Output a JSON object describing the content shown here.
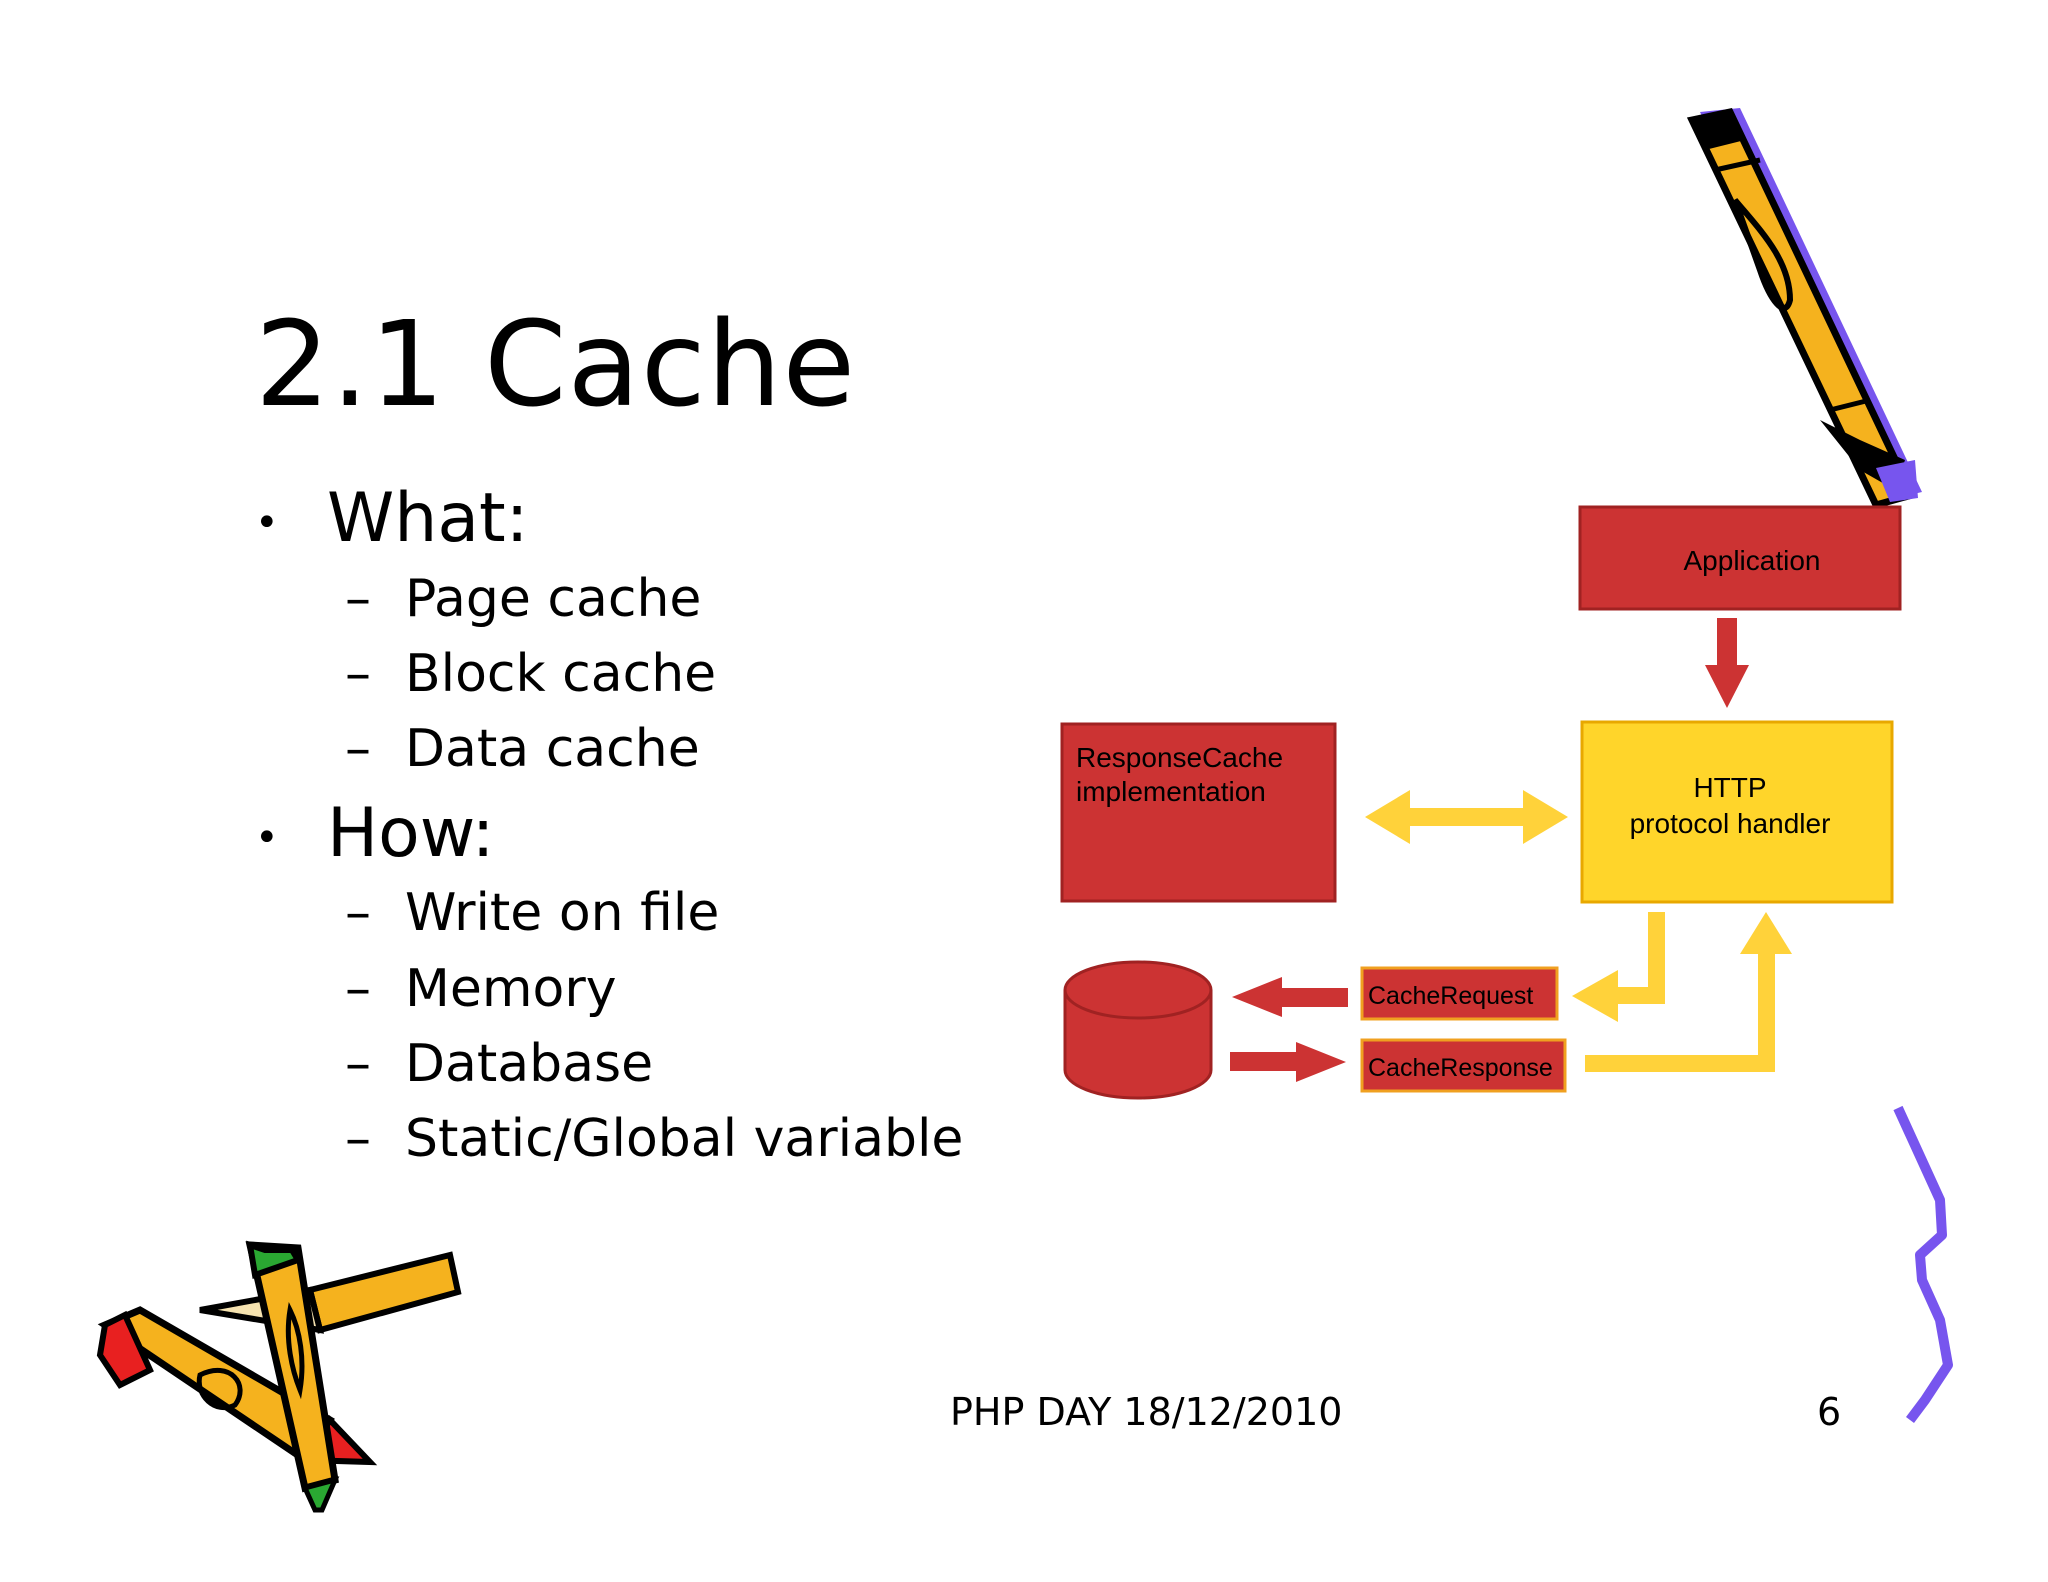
{
  "slide": {
    "title": "2.1 Cache",
    "bullets": [
      {
        "label": "What:",
        "items": [
          "Page cache",
          "Block cache",
          "Data cache"
        ]
      },
      {
        "label": "How:",
        "items": [
          "Write on file",
          "Memory",
          "Database",
          "Static/Global variable"
        ]
      }
    ],
    "footer": "PHP DAY 18/12/2010",
    "page_number": "6"
  },
  "diagram": {
    "application": "Application",
    "http_line1": "HTTP",
    "http_line2": "protocol handler",
    "response_cache_line1": "ResponseCache",
    "response_cache_line2": "implementation",
    "cache_request": "CacheRequest",
    "cache_response": "CacheResponse"
  },
  "colors": {
    "red_box": "#cc3333",
    "yellow_box": "#ffd52a",
    "yellow_arrow": "#ffd23a",
    "pencil_orange": "#f5b21e",
    "pencil_purple": "#7755ee"
  }
}
